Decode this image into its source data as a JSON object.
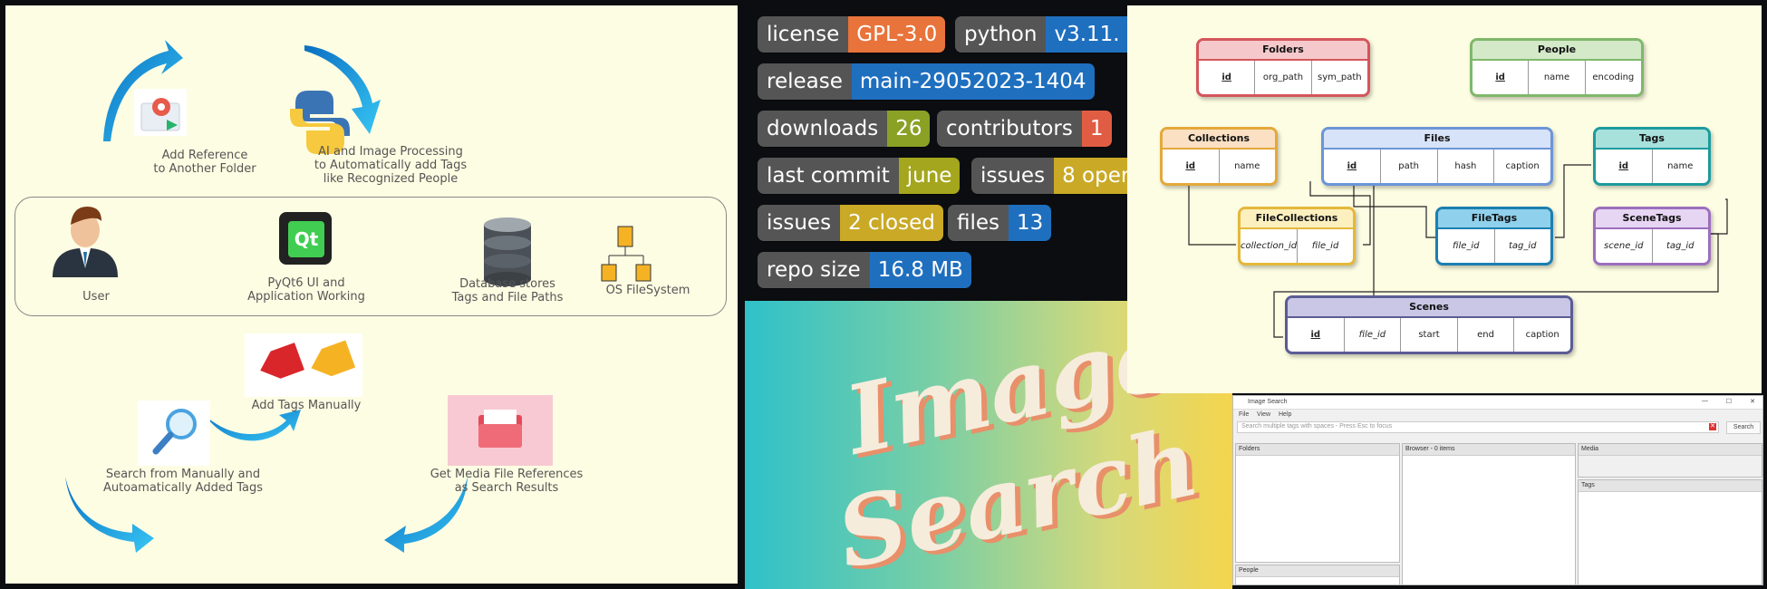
{
  "workflow": {
    "add_reference": "Add Reference\nto Another Folder",
    "ai_processing": "AI and Image Processing\nto Automatically add Tags\nlike Recognized People",
    "user": "User",
    "pyqt": "PyQt6 UI and\nApplication Working",
    "qt_logo": "Qt",
    "database": "Database stores\nTags and File Paths",
    "os_fs": "OS FileSystem",
    "add_tags": "Add Tags Manually",
    "search_tags": "Search from Manually and\nAutoamatically Added Tags",
    "get_media": "Get Media File References\nas Search Results"
  },
  "badges": [
    {
      "label": "license",
      "value": "GPL-3.0",
      "color": "#e8733b"
    },
    {
      "label": "python",
      "value": "v3.11.",
      "color": "#1f6fbf"
    },
    {
      "label": "release",
      "value": "main-29052023-1404",
      "color": "#1f6fbf"
    },
    {
      "label": "downloads",
      "value": "26",
      "color": "#8aa126"
    },
    {
      "label": "contributors",
      "value": "1",
      "color": "#e05d44"
    },
    {
      "label": "last commit",
      "value": "june",
      "color": "#a4a61d"
    },
    {
      "label": "issues",
      "value": "8 oper",
      "color": "#c9a926"
    },
    {
      "label": "issues",
      "value": "2 closed",
      "color": "#c9a926"
    },
    {
      "label": "files",
      "value": "13",
      "color": "#1f6fbf"
    },
    {
      "label": "repo size",
      "value": "16.8 MB",
      "color": "#1f6fbf"
    }
  ],
  "banner": {
    "line1": "Image",
    "line2": "Search"
  },
  "er": {
    "folders": {
      "title": "Folders",
      "fields": [
        "id",
        "org_path",
        "sym_path"
      ]
    },
    "people": {
      "title": "People",
      "fields": [
        "id",
        "name",
        "encoding"
      ]
    },
    "collections": {
      "title": "Collections",
      "fields": [
        "id",
        "name"
      ]
    },
    "files": {
      "title": "Files",
      "fields": [
        "id",
        "path",
        "hash",
        "caption"
      ]
    },
    "tags": {
      "title": "Tags",
      "fields": [
        "id",
        "name"
      ]
    },
    "filecollections": {
      "title": "FileCollections",
      "fields": [
        "collection_id",
        "file_id"
      ]
    },
    "filetags": {
      "title": "FileTags",
      "fields": [
        "file_id",
        "tag_id"
      ]
    },
    "scenetags": {
      "title": "SceneTags",
      "fields": [
        "scene_id",
        "tag_id"
      ]
    },
    "scenes": {
      "title": "Scenes",
      "fields": [
        "id",
        "file_id",
        "start",
        "end",
        "caption"
      ]
    }
  },
  "app": {
    "title": "Image Search",
    "menu": [
      "File",
      "View",
      "Help"
    ],
    "search_placeholder": "Search multiple tags with spaces - Press Esc to focus",
    "search_button": "Search",
    "docks": {
      "folders": "Folders",
      "browser": "Browser - 0 items",
      "media": "Media",
      "tags": "Tags",
      "people": "People"
    }
  }
}
